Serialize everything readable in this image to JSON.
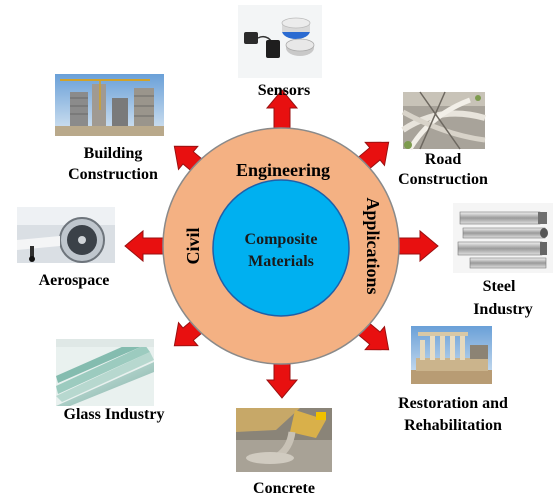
{
  "center": {
    "line1": "Composite",
    "line2": "Materials"
  },
  "ring": {
    "top": "Engineering",
    "left": "Civil",
    "right": "Applications"
  },
  "applications": {
    "sensors": "Sensors",
    "road": [
      "Road",
      "Construction"
    ],
    "steel": [
      "Steel",
      "Industry"
    ],
    "restoration": [
      "Restoration and",
      "Rehabilitation"
    ],
    "concrete": "Concrete",
    "glass": "Glass Industry",
    "aerospace": "Aerospace",
    "building": [
      "Building",
      "Construction"
    ]
  },
  "colors": {
    "ring": "#f4b183",
    "ring_stroke": "#8a8a8a",
    "core": "#00b0f0",
    "core_stroke": "#1f5fa8",
    "arrow": "#e81010",
    "arrow_stroke": "#9a1010"
  }
}
